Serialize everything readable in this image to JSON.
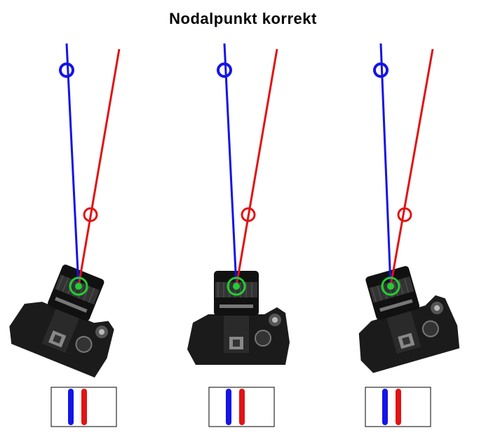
{
  "title": "Nodalpunkt korrekt",
  "colors": {
    "blue": "#1414e6",
    "red": "#e01414",
    "green": "#22cc33"
  },
  "panels": [
    {
      "name": "left",
      "camera_rotation_deg": 22
    },
    {
      "name": "center",
      "camera_rotation_deg": 0
    },
    {
      "name": "right",
      "camera_rotation_deg": -16
    }
  ]
}
